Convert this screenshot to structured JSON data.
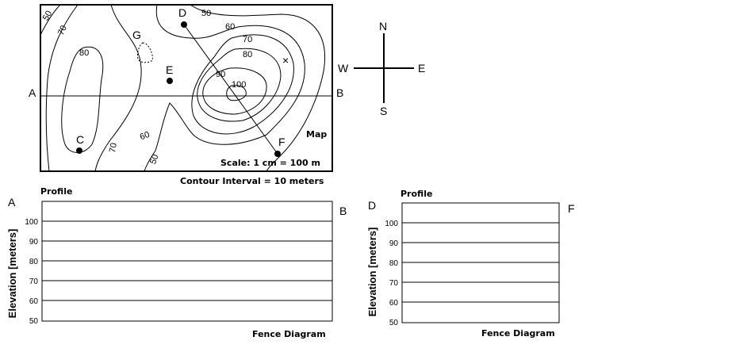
{
  "map": {
    "point_labels": {
      "A": "A",
      "B": "B",
      "C": "C",
      "D": "D",
      "E": "E",
      "F": "F",
      "G": "G"
    },
    "contour_labels": [
      "50",
      "70",
      "80",
      "50",
      "60",
      "70",
      "80",
      "90",
      "100",
      "60",
      "70",
      "50"
    ],
    "x_mark": "×",
    "map_label": "Map",
    "scale": "Scale: 1 cm = 100 m",
    "contour_interval": "Contour Interval = 10 meters"
  },
  "compass": {
    "n": "N",
    "s": "S",
    "e": "E",
    "w": "W"
  },
  "profiles": [
    {
      "title": "Profile",
      "start": "A",
      "end": "B",
      "ylabel": "Elevation [meters]",
      "yticks": [
        "100",
        "90",
        "80",
        "70",
        "60",
        "50"
      ],
      "footer": "Fence Diagram"
    },
    {
      "title": "Profile",
      "start": "D",
      "end": "F",
      "ylabel": "Elevation [meters]",
      "yticks": [
        "100",
        "90",
        "80",
        "70",
        "60",
        "50"
      ],
      "footer": "Fence Diagram"
    }
  ]
}
